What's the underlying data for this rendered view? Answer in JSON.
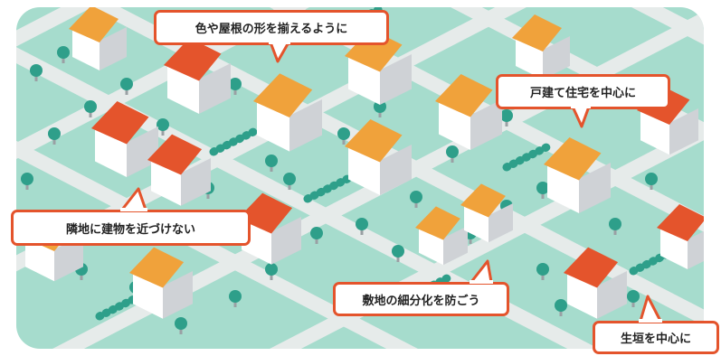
{
  "colors": {
    "background": "#a6dccd",
    "road": "#e6ebea",
    "wall": "#ffffff",
    "wall_shade": "#cfd2d6",
    "roof_orange": "#f0a23b",
    "roof_red": "#e4542c",
    "tree": "#2e9f8a",
    "tree_trunk": "#9aa0a4",
    "callout_border": "#e4542c"
  },
  "callouts": [
    {
      "text": "色や屋根の形を揃えるように"
    },
    {
      "text": "戸建て住宅を中心に"
    },
    {
      "text": "隣地に建物を近づけない"
    },
    {
      "text": "敷地の細分化を防ごう"
    },
    {
      "text": "生垣を中心に"
    }
  ]
}
